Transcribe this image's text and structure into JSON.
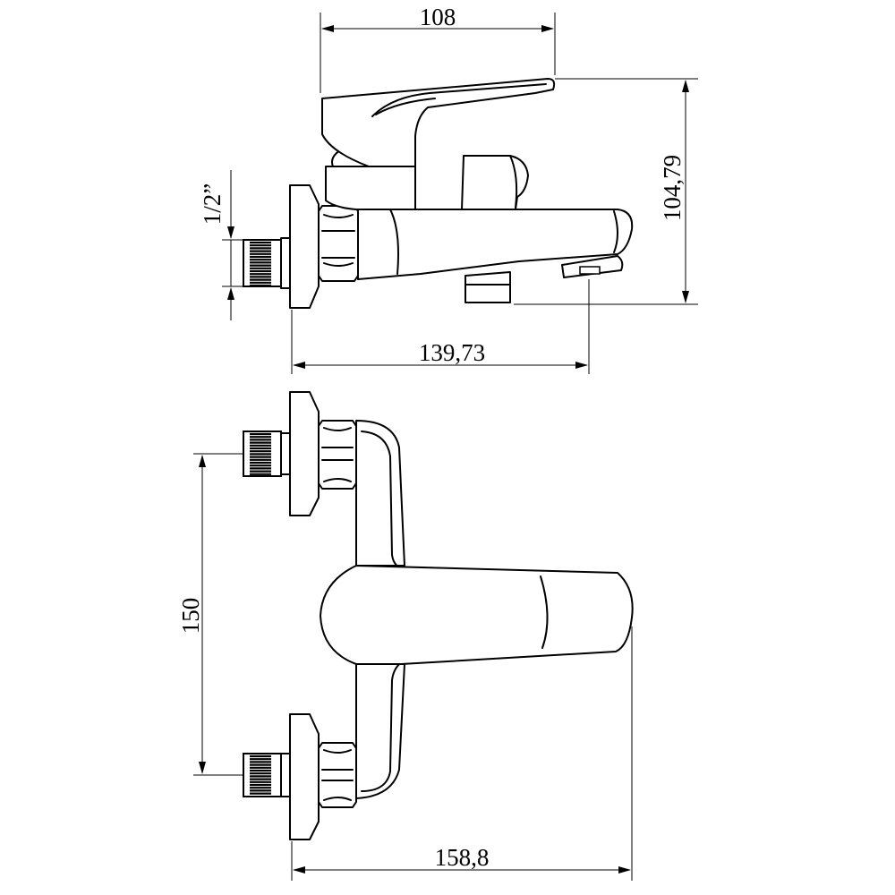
{
  "dimensions": {
    "top_width": "108",
    "height": "104,79",
    "thread": "1/2”",
    "projection": "139,73",
    "centers": "150",
    "overall_width": "158,8"
  }
}
